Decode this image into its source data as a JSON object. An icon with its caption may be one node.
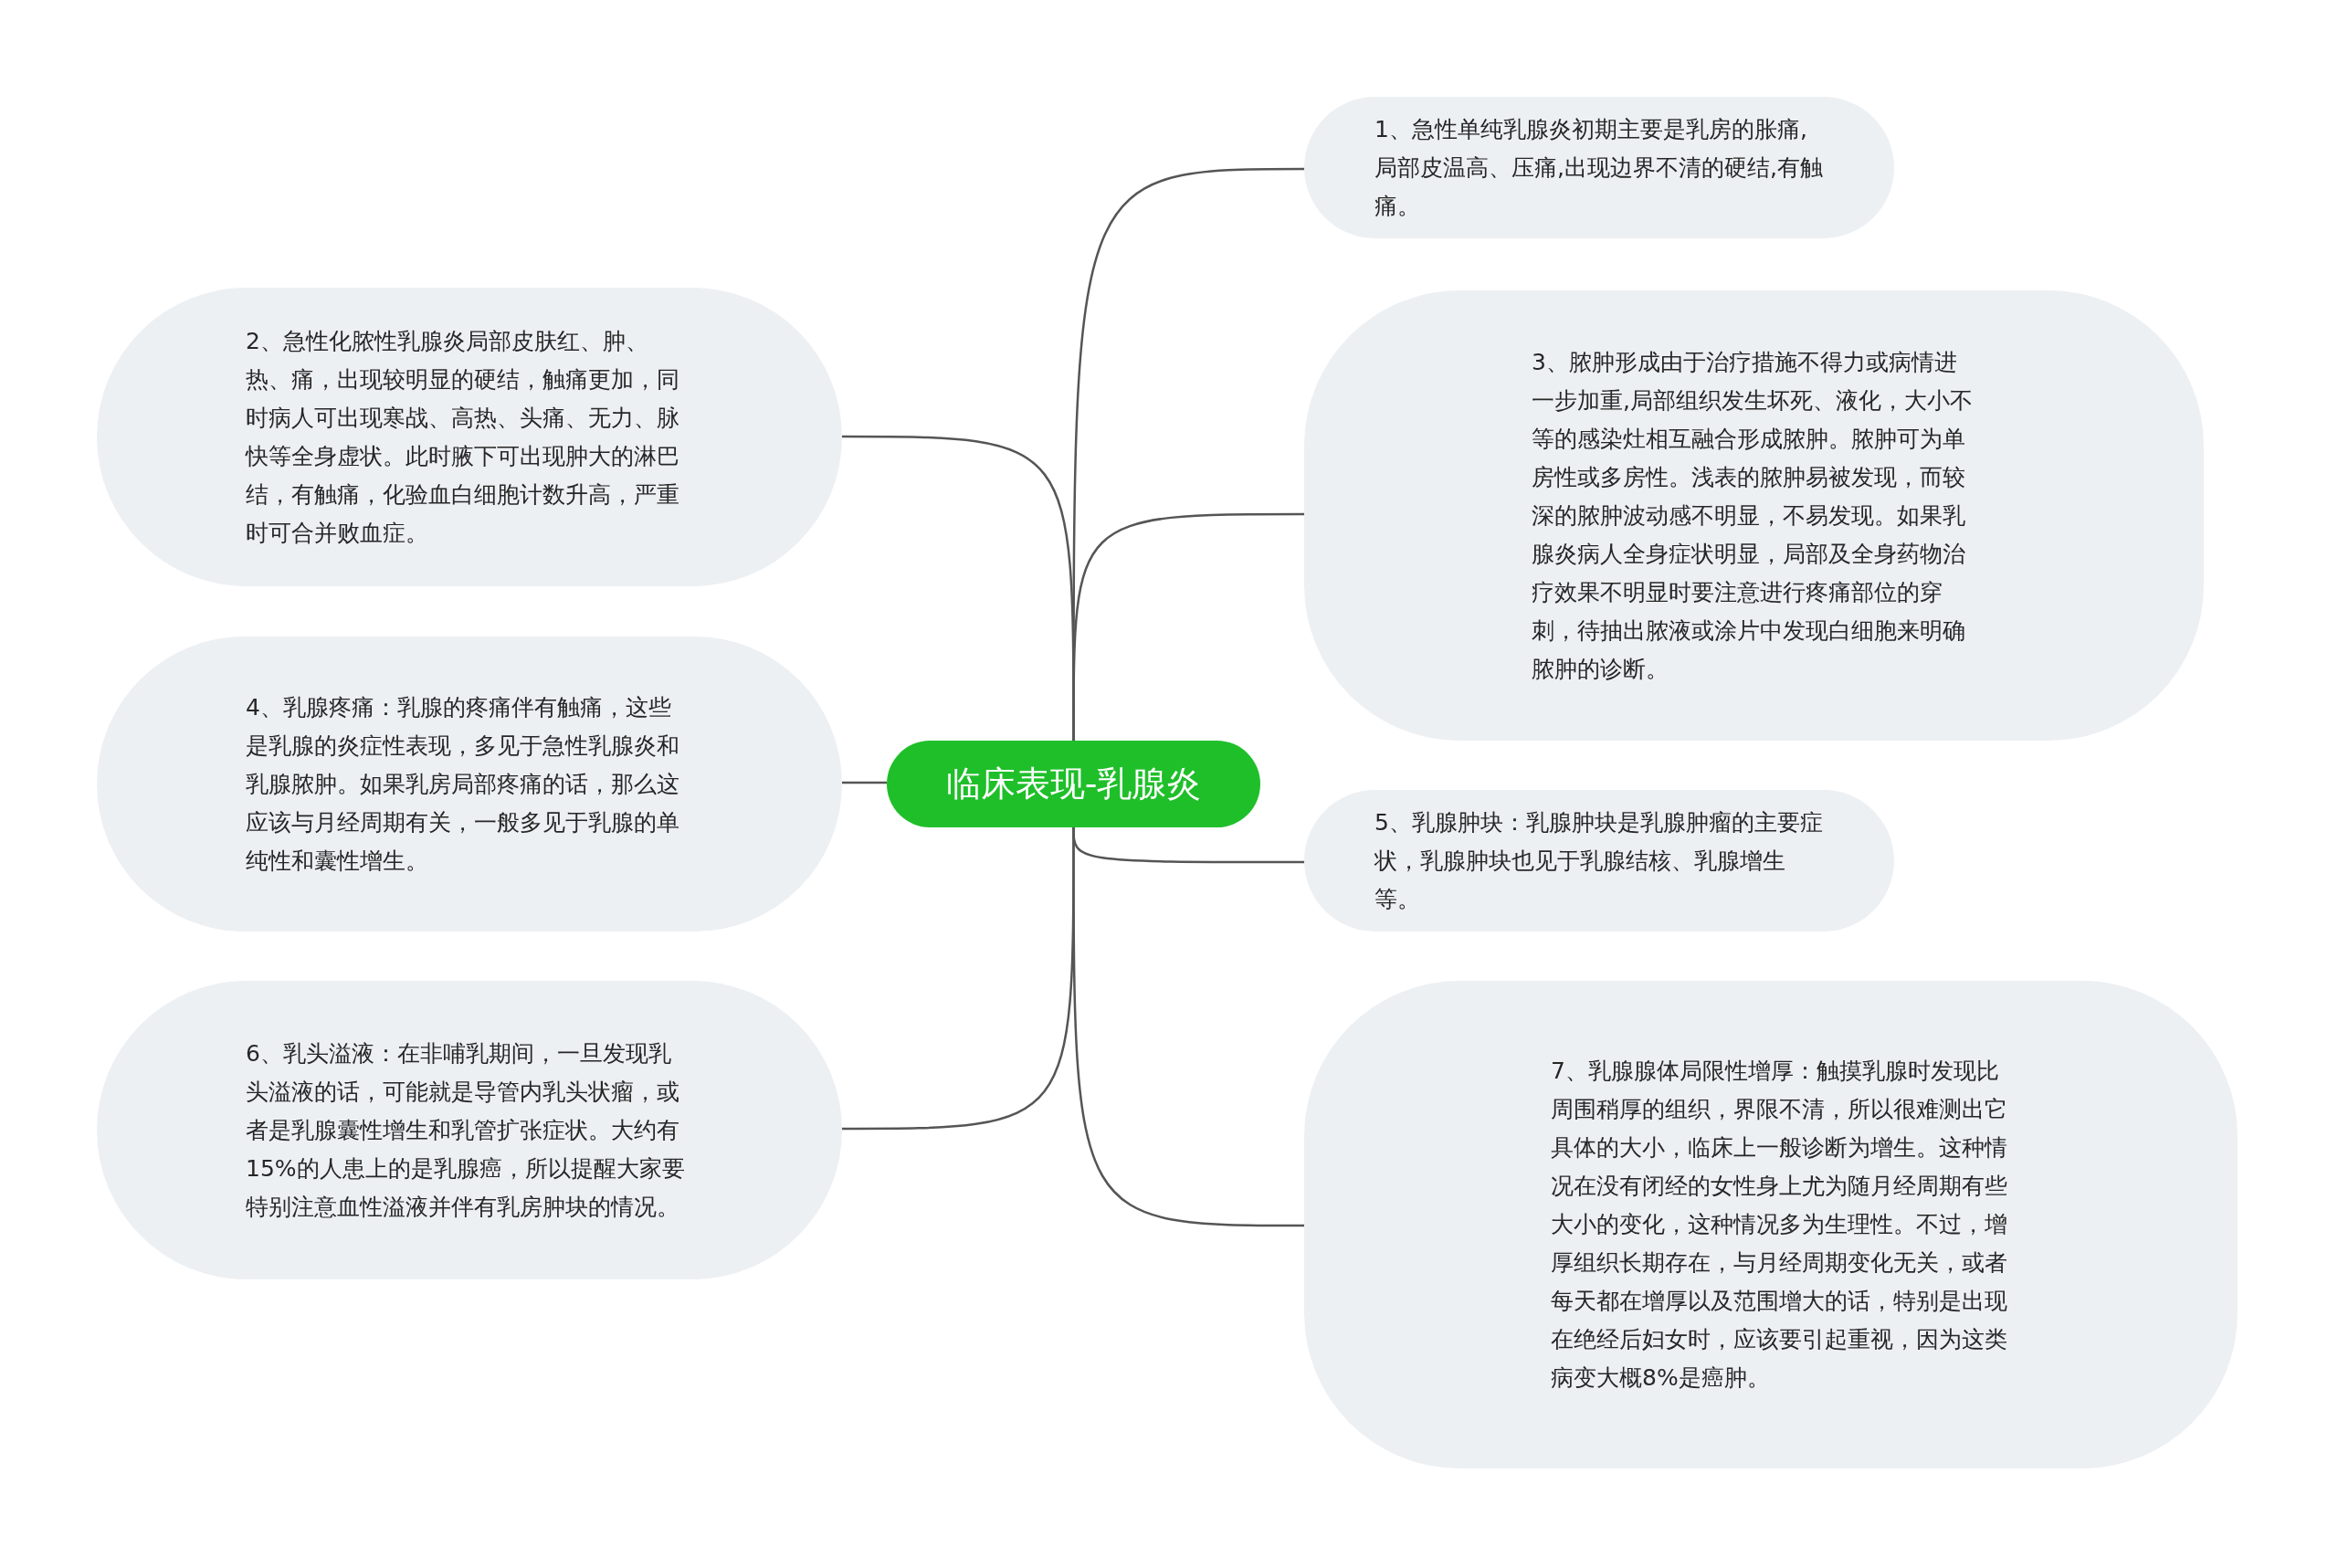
{
  "diagram": {
    "nodes": [
      {
        "text": [
          "临床表现-乳腺炎"
        ]
      },
      {
        "text": [
          "1、急性单纯乳腺炎初期主要是乳房的胀痛,局部皮温高、压痛,出现边界不清的硬结,有触痛。"
        ]
      },
      {
        "text": [
          "2、急性化脓性乳腺炎局部皮肤红、肿、热、痛，出现较明显的硬结，触痛更加，同时病人可出现寒战、高热、头痛、无力、脉快等全身虚状。此时腋下可出现肿大的淋巴结，有触痛，化验血白细胞计数升高，严重时可合并败血症。"
        ]
      },
      {
        "text": [
          "3、脓肿形成由于治疗措施不得力或病情进一步加重,局部组织发生坏死、液化，大小不等的感染灶相互融合形成脓肿。脓肿可为单房性或多房性。浅表的脓肿易被发现，而较深的脓肿波动感不明显，不易发现。如果乳腺炎病人全身症状明显，局部及全身药物治疗效果不明显时要注意进行疼痛部位的穿刺，待抽出脓液或涂片中发现白细胞来明确脓肿的诊断。"
        ]
      },
      {
        "text": [
          "4、乳腺疼痛：乳腺的疼痛伴有触痛，这些是乳腺的炎症性表现，多见于急性乳腺炎和乳腺脓肿。如果乳房局部疼痛的话，那么这应该与月经周期有关，一般多见于乳腺的单纯性和囊性增生。"
        ]
      },
      {
        "text": [
          "5、乳腺肿块：乳腺肿块是乳腺肿瘤的主要症状，乳腺肿块也见于乳腺结核、乳腺增生等。"
        ]
      },
      {
        "text": [
          "6、乳头溢液：在非哺乳期间，一旦发现乳头溢液的话，可能就是导管内乳头状瘤，或者是乳腺囊性增生和乳管扩张症状。大约有15%的人患上的是乳腺癌，所以提醒大家要特别注意血性溢液并伴有乳房肿块的情况。"
        ]
      },
      {
        "text": [
          "7、乳腺腺体局限性增厚：触摸乳腺时发现比周围稍厚的组织，界限不清，所以很难测出它具体的大小，临床上一般诊断为增生。这种情况在没有闭经的女性身上尤为随月经周期有些大小的变化，这种情况多为生理性。不过，增厚组织长期存在，与月经周期变化无关，或者每天都在增厚以及范围增大的话，特别是出现在绝经后妇女时，应该要引起重视，因为这类病变大概8%是癌肿。"
        ]
      }
    ],
    "edges": [
      {
        "from": 0,
        "to": 1,
        "arrow": "none"
      },
      {
        "from": 0,
        "to": 2,
        "arrow": "none"
      },
      {
        "from": 0,
        "to": 3,
        "arrow": "none"
      },
      {
        "from": 0,
        "to": 4,
        "arrow": "none"
      },
      {
        "from": 0,
        "to": 5,
        "arrow": "none"
      },
      {
        "from": 0,
        "to": 6,
        "arrow": "none"
      },
      {
        "from": 0,
        "to": 7,
        "arrow": "none"
      }
    ]
  }
}
